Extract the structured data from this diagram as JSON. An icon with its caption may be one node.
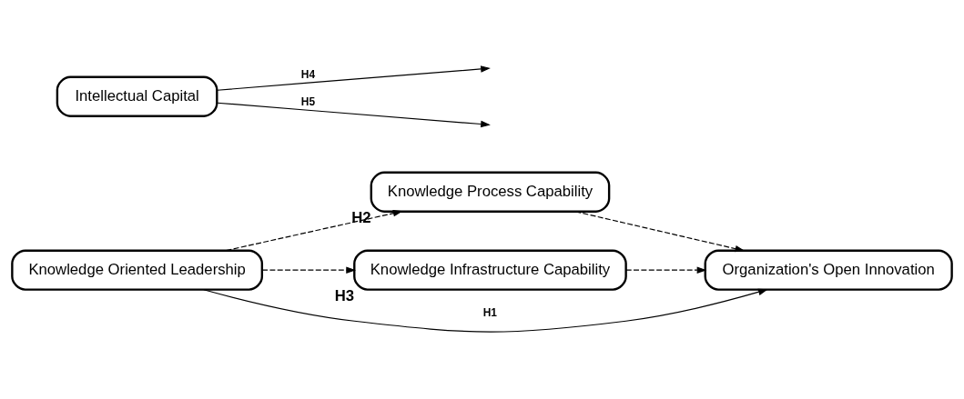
{
  "diagram": {
    "nodes": [
      {
        "text": [
          "Knowledge Oriented Leadership"
        ]
      },
      {
        "text": [
          "Knowledge Process Capability"
        ],
        "beside": [
          "H2"
        ]
      },
      {
        "text": [
          "Knowledge Infrastructure Capability"
        ],
        "beside": [
          "H3"
        ]
      },
      {
        "text": [
          "Intellectual Capital"
        ]
      },
      {
        "text": [
          "Organization's Open Innovation"
        ]
      }
    ],
    "edges": [
      {
        "from": 0,
        "to": 1,
        "arrow": "to",
        "style": "dashed"
      },
      {
        "from": 1,
        "to": 4,
        "arrow": "to",
        "style": "dashed"
      },
      {
        "from": 0,
        "to": 4,
        "arrow": "to",
        "label": "H1"
      },
      {
        "from": 0,
        "to": 2,
        "arrow": "to",
        "style": "dashed"
      },
      {
        "from": 2,
        "to": 4,
        "arrow": "to",
        "style": "dashed"
      },
      {
        "from": 3,
        "to": null,
        "arrow": "to",
        "label": "H4"
      },
      {
        "from": 3,
        "to": null,
        "arrow": "to",
        "label": "H5"
      }
    ]
  }
}
